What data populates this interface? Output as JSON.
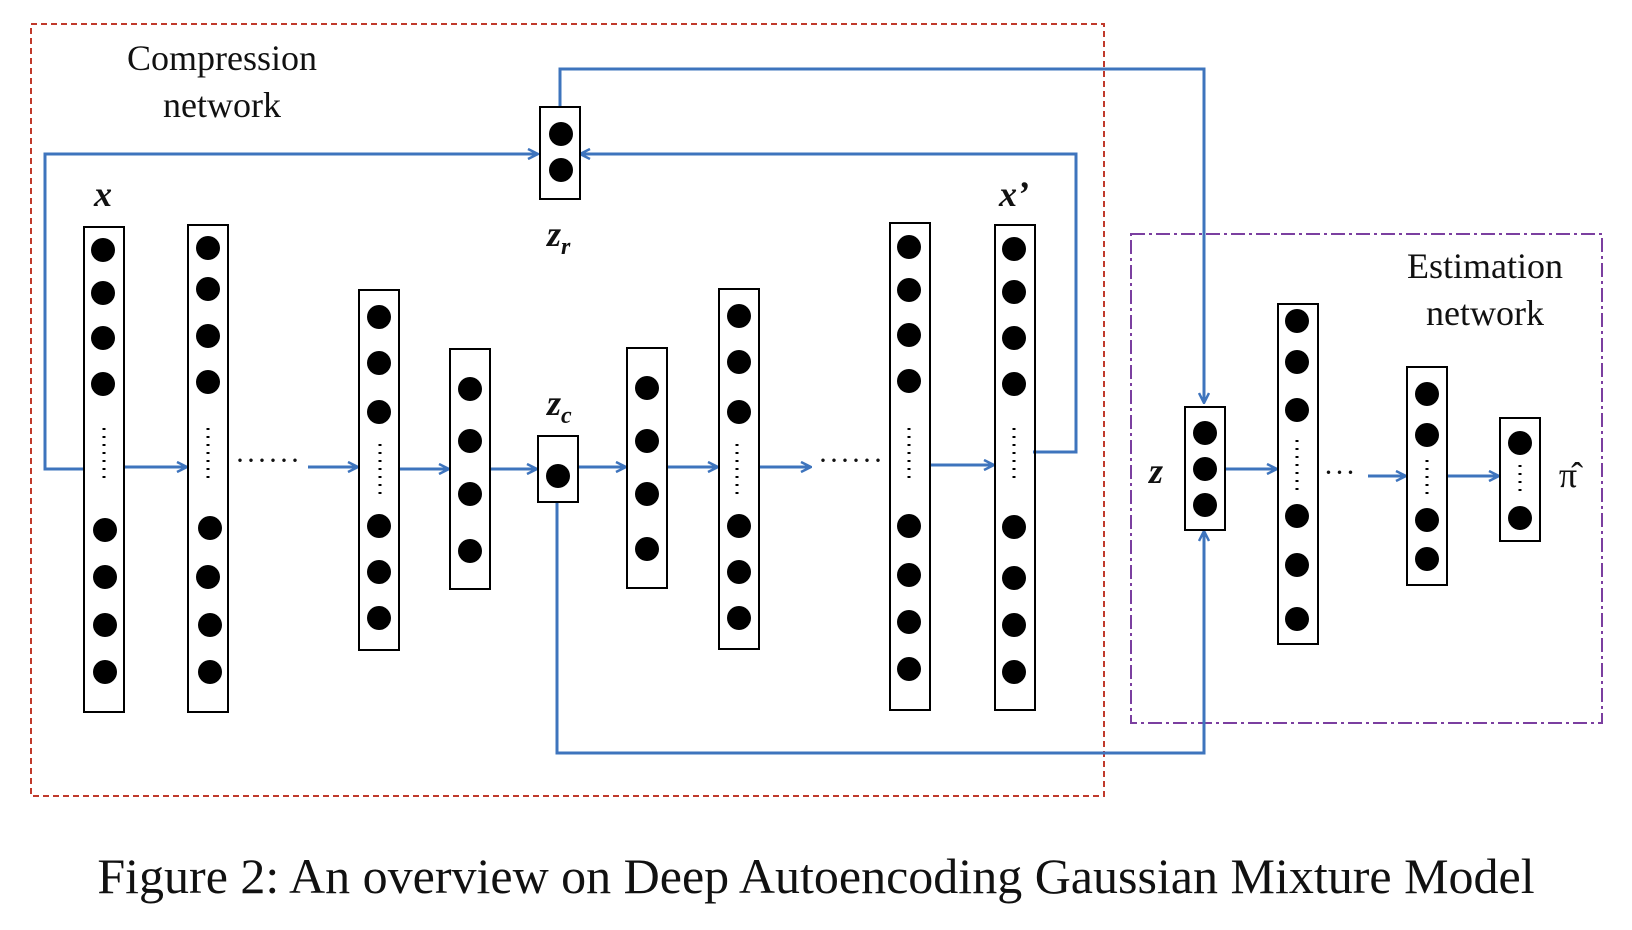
{
  "figure": {
    "compression_label_line1": "Compression",
    "compression_label_line2": "network",
    "estimation_label_line1": "Estimation",
    "estimation_label_line2": "network",
    "var_x": "x",
    "var_xprime": "x’",
    "var_z_base": "z",
    "sub_r": "r",
    "sub_c": "c",
    "var_z": "z",
    "var_pi_hat": "π̂",
    "ellipsis": "······",
    "ellipsis_short": "···",
    "caption": "Figure 2: An overview on Deep Autoencoding Gaussian Mixture Model"
  },
  "colors": {
    "compression_border": "#c0392b",
    "estimation_border": "#7b3fa0",
    "arrows": "#3e74bd"
  }
}
